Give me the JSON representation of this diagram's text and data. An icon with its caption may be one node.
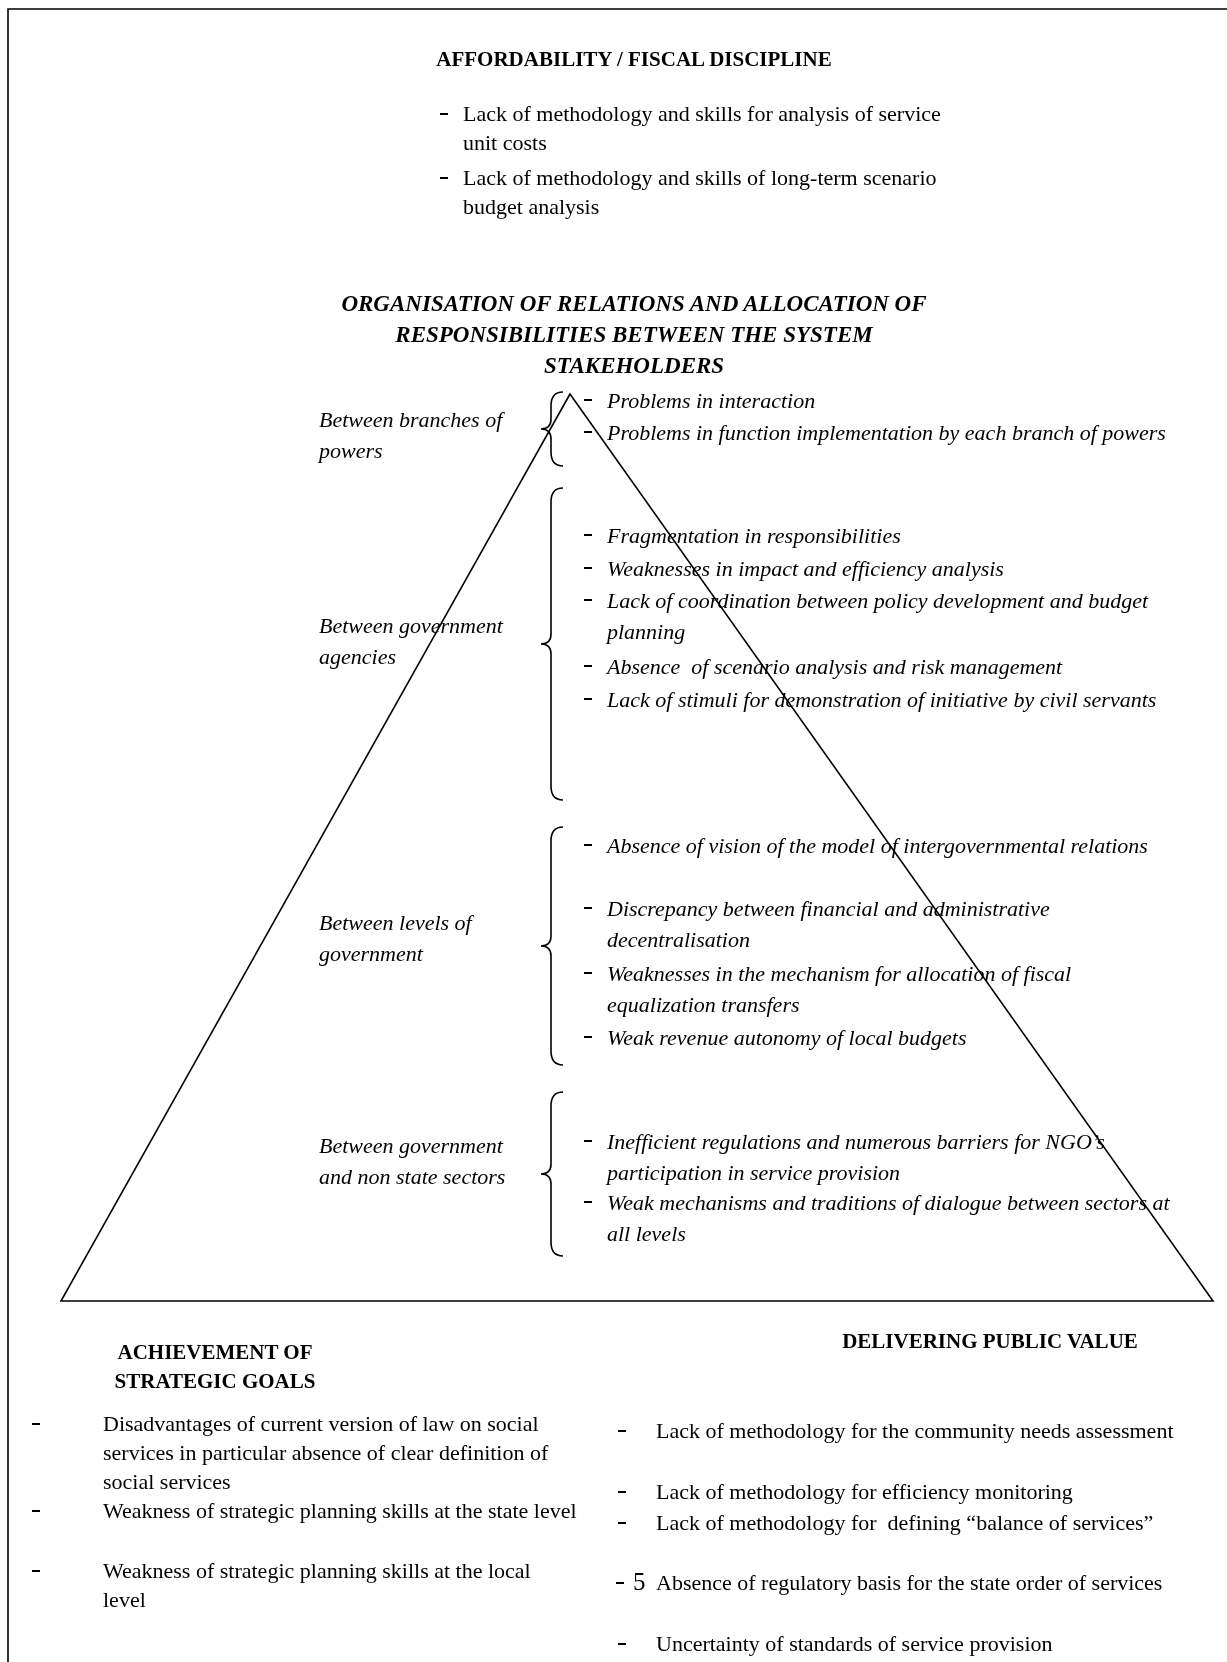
{
  "diagram": {
    "labels": [
      "AFFORDABILITY / FISCAL DISCIPLINE",
      "Lack of methodology and skills for analysis of service unit costs",
      "Lack of methodology and skills of long-term scenario budget analysis",
      "ORGANISATION OF RELATIONS AND ALLOCATION OF RESPONSIBILITIES BETWEEN THE SYSTEM STAKEHOLDERS",
      "Between branches of powers",
      "Problems in interaction",
      "Problems in function implementation by each branch of powers",
      "Between government agencies",
      "Fragmentation in responsibilities",
      "Weaknesses in impact and efficiency analysis",
      "Lack of coordination between policy development and budget planning",
      "Absence  of scenario analysis and risk management",
      "Lack of stimuli for demonstration of initiative by civil servants",
      "Between levels of government",
      "Absence of vision of the model of intergovernmental relations",
      "Discrepancy between financial and administrative decentralisation",
      "Weaknesses in the mechanism for allocation of fiscal equalization transfers",
      "Weak revenue autonomy of local budgets",
      "Between government and non state sectors",
      "Inefficient regulations and numerous barriers for NGO’s participation in service provision",
      "Weak mechanisms and traditions of dialogue between sectors at all levels",
      "ACHIEVEMENT OF STRATEGIC GOALS",
      "Disadvantages of current version of law on social services in particular absence of clear definition of social services",
      "Weakness of strategic planning skills at the state level",
      "Weakness of strategic planning skills at the local  level",
      "DELIVERING PUBLIC VALUE",
      "Lack of methodology for the community needs assessment",
      "Lack of methodology for efficiency monitoring",
      "Lack of methodology for  defining “balance of services”",
      "5",
      "Absence of regulatory basis for the state order of services",
      "Uncertainty of standards of service provision"
    ]
  }
}
